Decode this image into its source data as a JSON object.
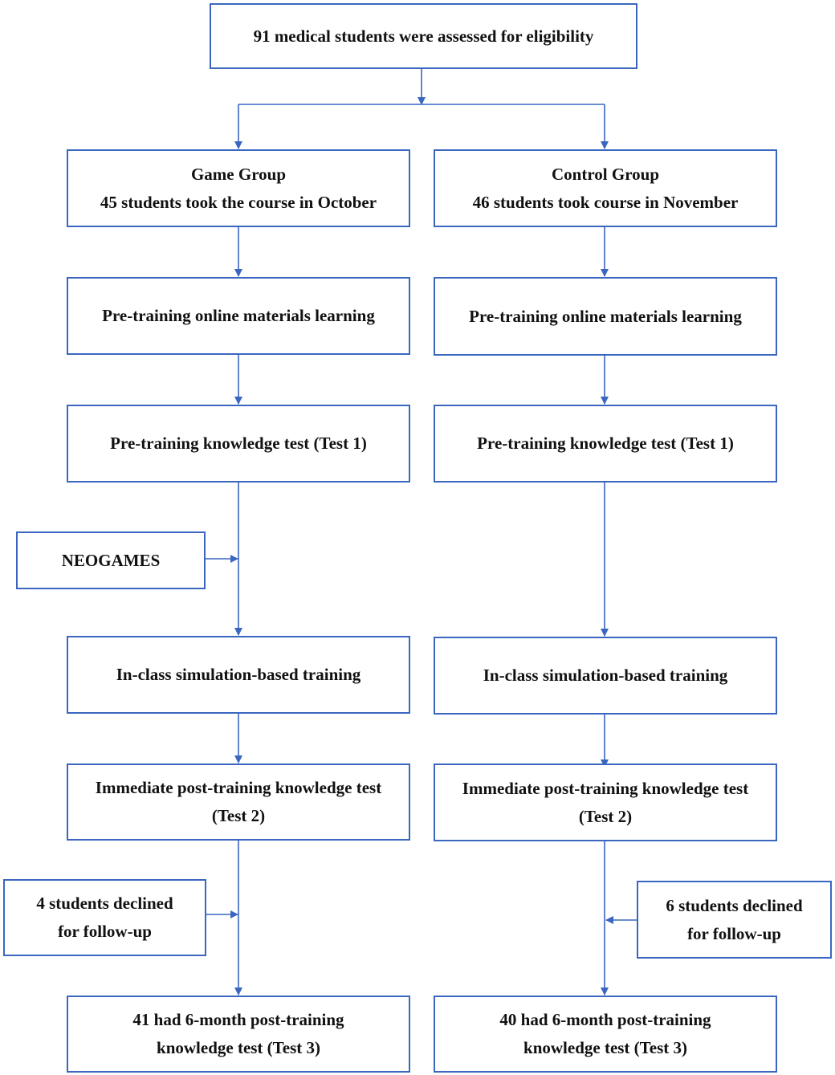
{
  "colors": {
    "line": "#3a66c0",
    "border": "#3a66c0",
    "text": "#111111"
  },
  "top": {
    "line1": "91 medical students were assessed for eligibility"
  },
  "game": {
    "group_title": "Game Group",
    "group_detail": "45 students took the course in October",
    "pre_materials": "Pre-training online materials learning",
    "pre_test": "Pre-training knowledge test (Test 1)",
    "intervention": "NEOGAMES",
    "simulation": "In-class simulation-based training",
    "post_test_line1": "Immediate post-training knowledge test",
    "post_test_line2": "(Test 2)",
    "declined_line1": "4 students declined",
    "declined_line2": "for follow-up",
    "followup_line1": "41 had 6-month post-training",
    "followup_line2": "knowledge test (Test 3)"
  },
  "control": {
    "group_title": "Control Group",
    "group_detail": "46 students took course in November",
    "pre_materials": "Pre-training online materials learning",
    "pre_test": "Pre-training knowledge test (Test 1)",
    "simulation": "In-class simulation-based training",
    "post_test_line1": "Immediate post-training knowledge test",
    "post_test_line2": "(Test 2)",
    "declined_line1": "6 students declined",
    "declined_line2": "for follow-up",
    "followup_line1": "40 had 6-month post-training",
    "followup_line2": "knowledge test  (Test 3)"
  }
}
